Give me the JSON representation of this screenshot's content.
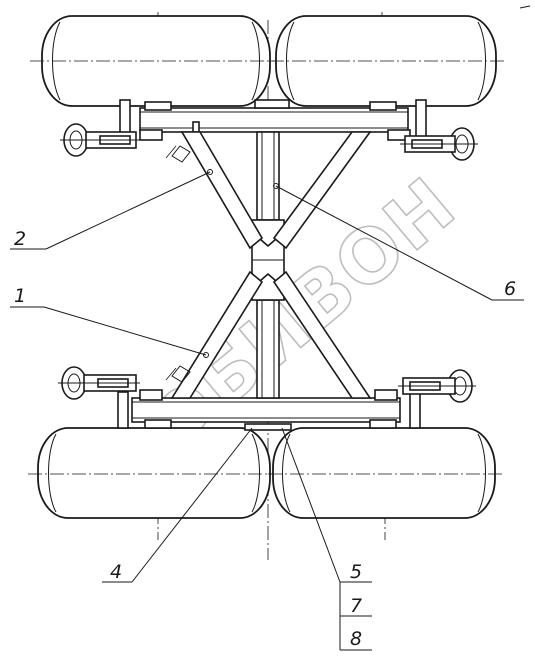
{
  "drawing": {
    "callouts": {
      "c1": "1",
      "c2": "2",
      "c4": "4",
      "c5": "5",
      "c6": "6",
      "c7": "7",
      "c8": "8"
    },
    "watermark": "БИВОН",
    "colors": {
      "line": "#1a1a1a",
      "watermark": "#8a8a8a",
      "background": "#ffffff"
    }
  }
}
